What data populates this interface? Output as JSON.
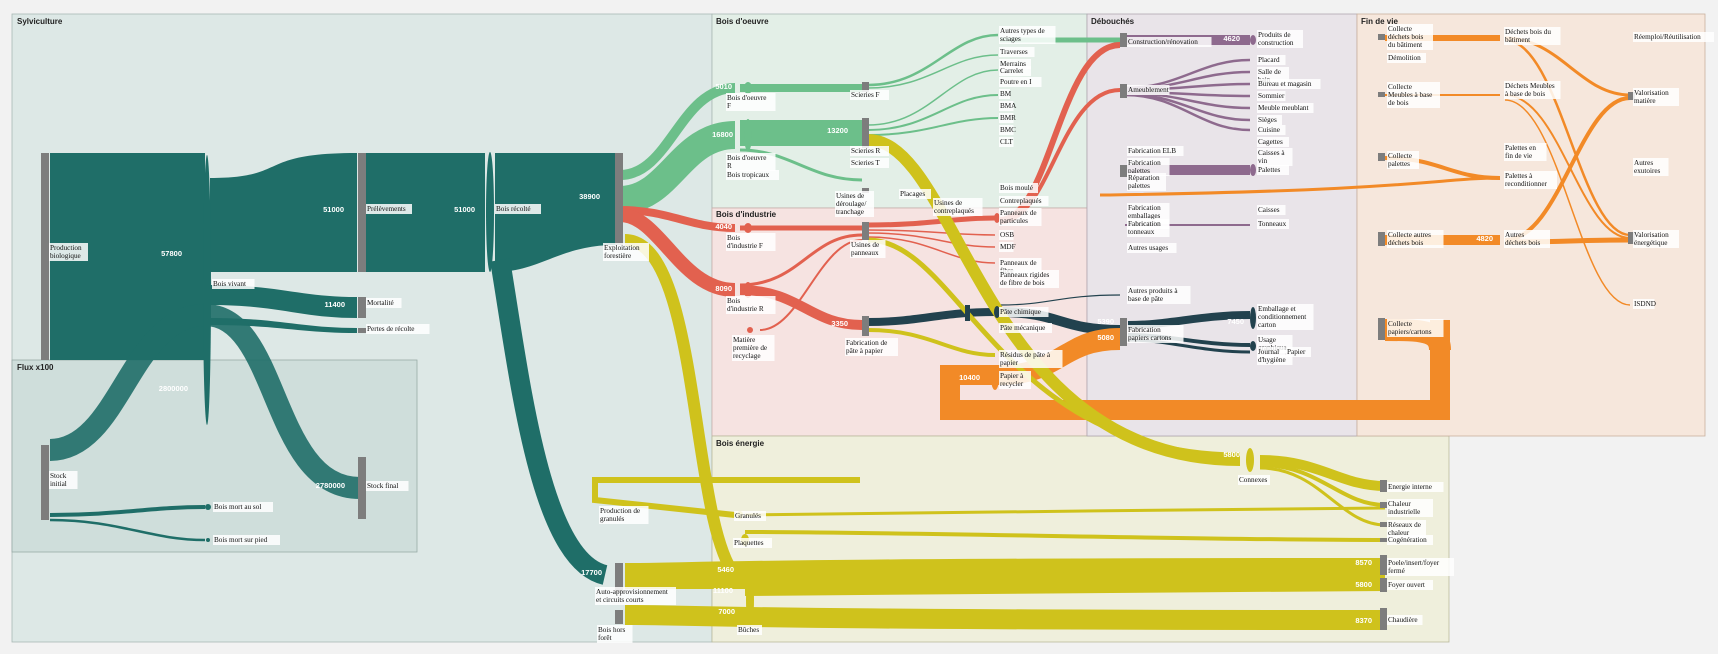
{
  "zones": [
    {
      "id": "z-sylv",
      "title": "Sylviculture",
      "fill": "#dde8e6"
    },
    {
      "id": "z-flux",
      "title": "Flux x100",
      "fill": "#cfdedb"
    },
    {
      "id": "z-oeuvre",
      "title": "Bois d'oeuvre",
      "fill": "#e3efe7"
    },
    {
      "id": "z-indus",
      "title": "Bois d'industrie",
      "fill": "#f6e3e1"
    },
    {
      "id": "z-energie",
      "title": "Bois énergie",
      "fill": "#efefdc"
    },
    {
      "id": "z-debouches",
      "title": "Débouchés",
      "fill": "#e9e4e9"
    },
    {
      "id": "z-fin",
      "title": "Fin de vie",
      "fill": "#f6e7dc"
    }
  ],
  "colors": {
    "teal": "#1f6e68",
    "green": "#6cbf8a",
    "red": "#e2614f",
    "yellow": "#cfc21c",
    "navy": "#22424e",
    "purple": "#8e6a8e",
    "orange": "#f28a27",
    "node": "#7d7d7d"
  },
  "nodes": [
    {
      "id": "prod_bio",
      "label": "Production biologique"
    },
    {
      "id": "bois_vivant",
      "label": "Bois vivant"
    },
    {
      "id": "prelev",
      "label": "Prélèvements"
    },
    {
      "id": "mortalite",
      "label": "Mortalité"
    },
    {
      "id": "pertes",
      "label": "Pertes de récolte"
    },
    {
      "id": "bois_recolte",
      "label": "Bois récolté"
    },
    {
      "id": "stock_init",
      "label": "Stock initial"
    },
    {
      "id": "stock_final",
      "label": "Stock final"
    },
    {
      "id": "mort_sol",
      "label": "Bois mort au sol"
    },
    {
      "id": "mort_pied",
      "label": "Bois mort sur pied"
    },
    {
      "id": "exploit",
      "label": "Exploitation forestière"
    },
    {
      "id": "auto_appro",
      "label": "Auto-approvisionnement et circuits courts"
    },
    {
      "id": "hors_foret",
      "label": "Bois hors forêt"
    },
    {
      "id": "prod_granules",
      "label": "Production de granulés"
    },
    {
      "id": "bo_f",
      "label": "Bois d'oeuvre F"
    },
    {
      "id": "bo_r",
      "label": "Bois d'oeuvre R"
    },
    {
      "id": "bois_trop",
      "label": "Bois tropicaux"
    },
    {
      "id": "scieries_f",
      "label": "Scieries F"
    },
    {
      "id": "scieries_r",
      "label": "Scieries R"
    },
    {
      "id": "scieries_t",
      "label": "Scieries T"
    },
    {
      "id": "deroulage",
      "label": "Usines de déroulage/ tranchage"
    },
    {
      "id": "placages",
      "label": "Placages"
    },
    {
      "id": "contreplaq_usine",
      "label": "Usines de contreplaqués"
    },
    {
      "id": "autres_sciages",
      "label": "Autres types de sciages"
    },
    {
      "id": "traverses",
      "label": "Traverses"
    },
    {
      "id": "merrains",
      "label": "Merrains"
    },
    {
      "id": "carrelet",
      "label": "Carrelet"
    },
    {
      "id": "poutre",
      "label": "Poutre en I"
    },
    {
      "id": "bm",
      "label": "BM"
    },
    {
      "id": "bma",
      "label": "BMA"
    },
    {
      "id": "bmr",
      "label": "BMR"
    },
    {
      "id": "bmc",
      "label": "BMC"
    },
    {
      "id": "clt",
      "label": "CLT"
    },
    {
      "id": "bois_moule",
      "label": "Bois moulé"
    },
    {
      "id": "contreplaques",
      "label": "Contreplaqués"
    },
    {
      "id": "bi_f",
      "label": "Bois d'industrie F"
    },
    {
      "id": "bi_r",
      "label": "Bois d'industrie R"
    },
    {
      "id": "mat_prem",
      "label": "Matière première de recyclage"
    },
    {
      "id": "usines_panneaux",
      "label": "Usines de panneaux"
    },
    {
      "id": "fab_pate",
      "label": "Fabrication de pâte à papier"
    },
    {
      "id": "panneaux_part",
      "label": "Panneaux de particules"
    },
    {
      "id": "osb",
      "label": "OSB"
    },
    {
      "id": "mdf",
      "label": "MDF"
    },
    {
      "id": "pan_fibre",
      "label": "Panneaux de fibre"
    },
    {
      "id": "pan_rigides",
      "label": "Panneaux rigides de fibre de bois"
    },
    {
      "id": "pate_chim",
      "label": "Pâte chimique"
    },
    {
      "id": "pate_meca",
      "label": "Pâte mécanique"
    },
    {
      "id": "residus_pate",
      "label": "Résidus de pâte à papier"
    },
    {
      "id": "papier_recy",
      "label": "Papier à recycler"
    },
    {
      "id": "granules",
      "label": "Granulés"
    },
    {
      "id": "plaquettes",
      "label": "Plaquettes"
    },
    {
      "id": "buches",
      "label": "Bûches"
    },
    {
      "id": "connexes",
      "label": "Connexes"
    },
    {
      "id": "constr_renov",
      "label": "Construction/rénovation"
    },
    {
      "id": "ameublement",
      "label": "Ameublement"
    },
    {
      "id": "fab_elb",
      "label": "Fabrication ELB"
    },
    {
      "id": "fab_palettes",
      "label": "Fabrication palettes"
    },
    {
      "id": "repar_palettes",
      "label": "Réparation palettes"
    },
    {
      "id": "fab_emb",
      "label": "Fabrication emballages industriels"
    },
    {
      "id": "fab_tonneaux",
      "label": "Fabrication tonneaux"
    },
    {
      "id": "autres_usages",
      "label": "Autres usages"
    },
    {
      "id": "autres_prod_pate",
      "label": "Autres produits à base de pâte"
    },
    {
      "id": "fab_papiers",
      "label": "Fabrication papiers cartons"
    },
    {
      "id": "prod_constr",
      "label": "Produits de construction"
    },
    {
      "id": "placard",
      "label": "Placard"
    },
    {
      "id": "salle_bain",
      "label": "Salle de bain"
    },
    {
      "id": "bureau",
      "label": "Bureau et magasin"
    },
    {
      "id": "sommier",
      "label": "Sommier"
    },
    {
      "id": "meuble",
      "label": "Meuble meublant"
    },
    {
      "id": "sieges",
      "label": "Sièges"
    },
    {
      "id": "cuisine",
      "label": "Cuisine"
    },
    {
      "id": "cagettes",
      "label": "Cagettes"
    },
    {
      "id": "caisses_vin",
      "label": "Caisses à vin"
    },
    {
      "id": "palettes",
      "label": "Palettes"
    },
    {
      "id": "caisses",
      "label": "Caisses"
    },
    {
      "id": "tonneaux",
      "label": "Tonneaux"
    },
    {
      "id": "emballage",
      "label": "Emballage et conditionnement carton"
    },
    {
      "id": "usage_graph",
      "label": "Usage graphique"
    },
    {
      "id": "journal",
      "label": "Journal"
    },
    {
      "id": "papier",
      "label": "Papier"
    },
    {
      "id": "hygiene",
      "label": "d'hygiène"
    },
    {
      "id": "energie_interne",
      "label": "Energie interne"
    },
    {
      "id": "chaleur_indus",
      "label": "Chaleur industrielle"
    },
    {
      "id": "reseaux",
      "label": "Réseaux de chaleur"
    },
    {
      "id": "cogeneration",
      "label": "Cogénération"
    },
    {
      "id": "poele",
      "label": "Poele/insert/foyer fermé"
    },
    {
      "id": "foyer_ouvert",
      "label": "Foyer ouvert"
    },
    {
      "id": "chaudiere",
      "label": "Chaudière"
    },
    {
      "id": "coll_batiment",
      "label": "Collecte déchets bois du bâtiment"
    },
    {
      "id": "demolition",
      "label": "Démolition"
    },
    {
      "id": "coll_meubles",
      "label": "Collecte Meubles à base de bois"
    },
    {
      "id": "coll_palettes",
      "label": "Collecte palettes"
    },
    {
      "id": "coll_autres",
      "label": "Collecte autres déchets bois"
    },
    {
      "id": "coll_papiers",
      "label": "Collecte papiers/cartons"
    },
    {
      "id": "dech_batiment",
      "label": "Déchets bois du bâtiment"
    },
    {
      "id": "dech_meubles",
      "label": "Déchets Meubles à base de bois"
    },
    {
      "id": "pal_fin",
      "label": "Palettes en fin de vie"
    },
    {
      "id": "pal_recond",
      "label": "Palettes à reconditionner"
    },
    {
      "id": "autres_dech",
      "label": "Autres déchets bois"
    },
    {
      "id": "reemploi",
      "label": "Réemploi/Réutilisation"
    },
    {
      "id": "valo_mat",
      "label": "Valorisation matière"
    },
    {
      "id": "autres_exut",
      "label": "Autres exutoires"
    },
    {
      "id": "valo_ener",
      "label": "Valorisation énergétique"
    },
    {
      "id": "isdnd",
      "label": "ISDND"
    }
  ],
  "values": [
    {
      "id": "v_bv",
      "text": "57800"
    },
    {
      "id": "v_prel",
      "text": "51000"
    },
    {
      "id": "v_rec",
      "text": "51000"
    },
    {
      "id": "v_exploit",
      "text": "38900"
    },
    {
      "id": "v_mort",
      "text": "11400"
    },
    {
      "id": "v_stock",
      "text": "2800000"
    },
    {
      "id": "v_sf",
      "text": "2780000"
    },
    {
      "id": "v_bof",
      "text": "5010"
    },
    {
      "id": "v_bor",
      "text": "16800"
    },
    {
      "id": "v_scr",
      "text": "13200"
    },
    {
      "id": "v_bif",
      "text": "4040"
    },
    {
      "id": "v_bir",
      "text": "8090"
    },
    {
      "id": "v_pate",
      "text": "3350"
    },
    {
      "id": "v_recy",
      "text": "10400"
    },
    {
      "id": "v_auto",
      "text": "17700"
    },
    {
      "id": "v_gran",
      "text": "5460"
    },
    {
      "id": "v_plaq",
      "text": "11100"
    },
    {
      "id": "v_buch",
      "text": "7000"
    },
    {
      "id": "v_constr",
      "text": "4620"
    },
    {
      "id": "v_fpap",
      "text": "5390"
    },
    {
      "id": "v_fpap2",
      "text": "5080"
    },
    {
      "id": "v_emb",
      "text": "7450"
    },
    {
      "id": "v_con",
      "text": "5800"
    },
    {
      "id": "v_poele",
      "text": "8570"
    },
    {
      "id": "v_foyer",
      "text": "5800"
    },
    {
      "id": "v_chaud",
      "text": "8370"
    },
    {
      "id": "v_autres_dech",
      "text": "4820"
    }
  ]
}
